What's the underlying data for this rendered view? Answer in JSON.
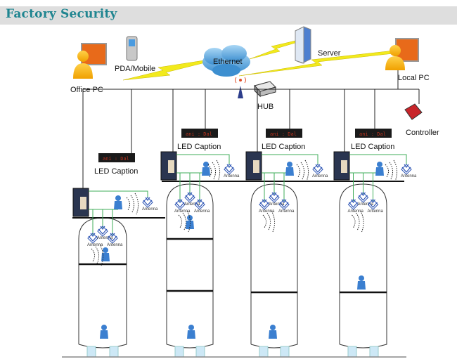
{
  "title": "Factory Security",
  "diagram": {
    "nodes": {
      "office_pc": "Office PC",
      "pda": "PDA/Mobile",
      "ethernet": "Ethernet",
      "server": "Server",
      "local_pc": "Local PC",
      "hub": "HUB",
      "controller": "Controller"
    },
    "led_caption": "LED Caption",
    "led_text": "ani : Dal",
    "antenna": "Antenna",
    "tank_count": 4,
    "colors": {
      "title": "#1f8590",
      "lightning": "#f2ea1c",
      "cloud": "#5aa6dd",
      "person": "#3b7fd0",
      "wire_green": "#3fae5a",
      "antenna": "#2d55b5"
    }
  }
}
